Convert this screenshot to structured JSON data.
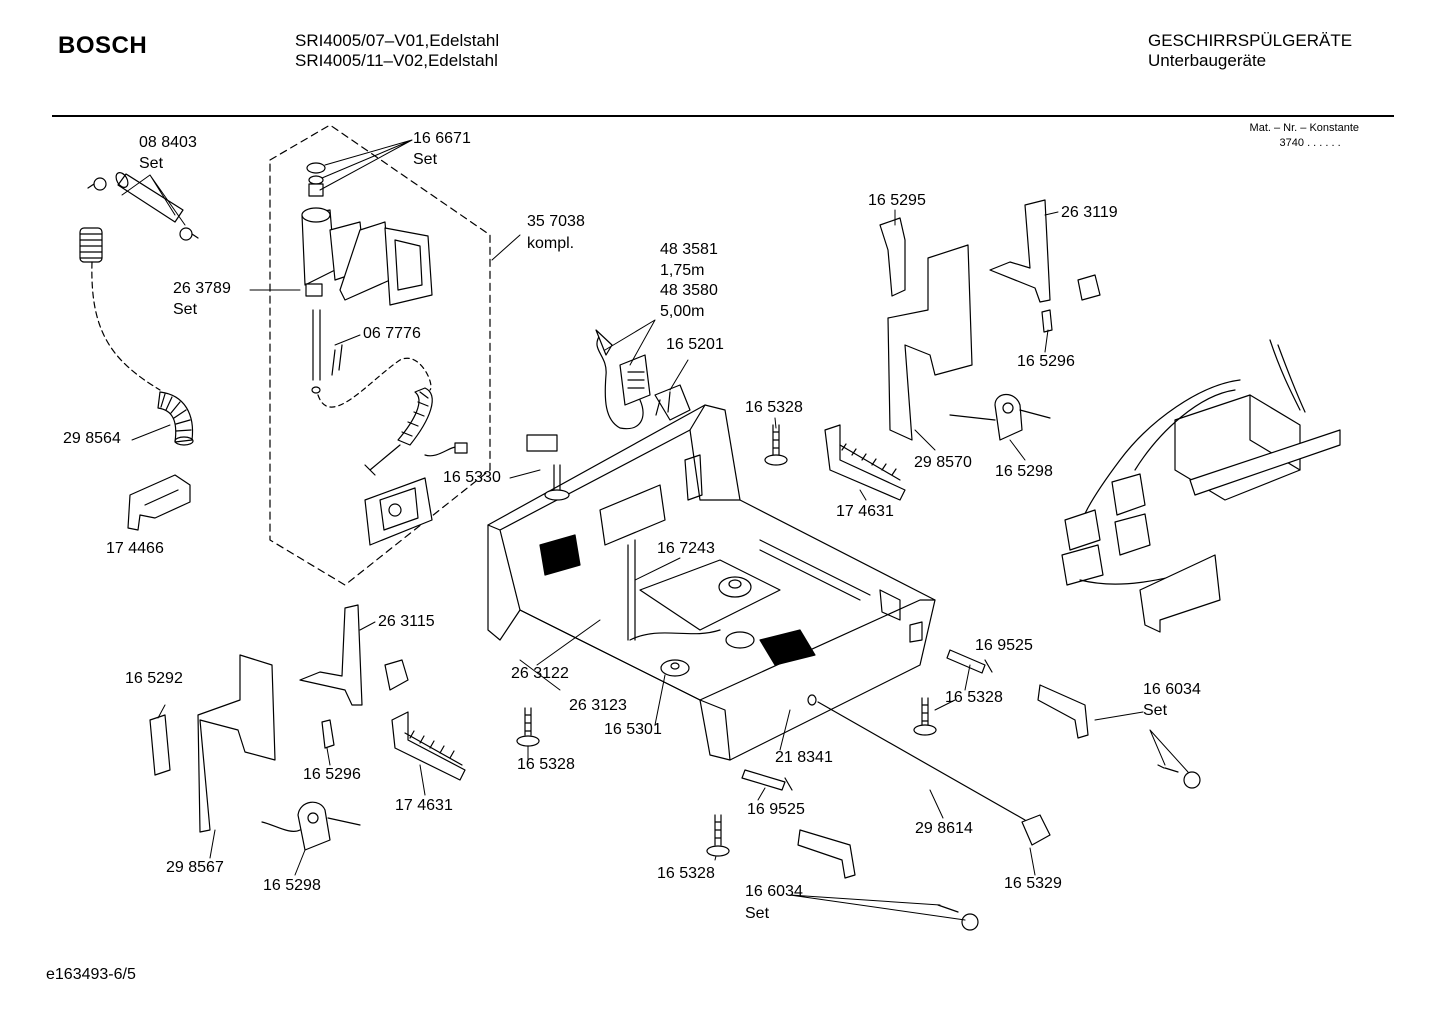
{
  "header": {
    "brand": "BOSCH",
    "models": [
      "SRI4005/07–V01,Edelstahl",
      "SRI4005/11–V02,Edelstahl"
    ],
    "category": [
      "GESCHIRRSPÜLGERÄTE",
      "Unterbaugeräte"
    ],
    "mat_title": "Mat. – Nr. – Konstante",
    "mat_value": "3740  .  .  .  .  .  ."
  },
  "footer": {
    "code": "e163493-6/5"
  },
  "labels": {
    "l088403": "08 8403",
    "l088403s": "Set",
    "l166671": "16 6671",
    "l166671s": "Set",
    "l357038": "35 7038",
    "l357038k": "kompl.",
    "l263789": "26 3789",
    "l263789s": "Set",
    "l067776": "06 7776",
    "l298564": "29 8564",
    "l174466": "17 4466",
    "l483581": "48 3581",
    "l175m": "1,75m",
    "l483580": "48 3580",
    "l500m": "5,00m",
    "l165201": "16 5201",
    "l165330": "16 5330",
    "l165328a": "16 5328",
    "l174631a": "17 4631",
    "l165295": "16 5295",
    "l263119": "26 3119",
    "l165296a": "16 5296",
    "l298570": "29 8570",
    "l165298a": "16 5298",
    "l167243": "16 7243",
    "l263115": "26 3115",
    "l165292": "16 5292",
    "l263122": "26 3122",
    "l263123": "26 3123",
    "l165301": "16 5301",
    "l165296b": "16 5296",
    "l174631b": "17 4631",
    "l165328b": "16 5328",
    "l169525a": "16 9525",
    "l165328c": "16 5328",
    "l166034a": "16 6034",
    "l166034as": "Set",
    "l218341": "21 8341",
    "l169525b": "16 9525",
    "l298614": "29 8614",
    "l298567": "29 8567",
    "l165298b": "16 5298",
    "l165328d": "16 5328",
    "l166034b": "16 6034",
    "l166034bs": "Set",
    "l165329": "16 5329"
  }
}
